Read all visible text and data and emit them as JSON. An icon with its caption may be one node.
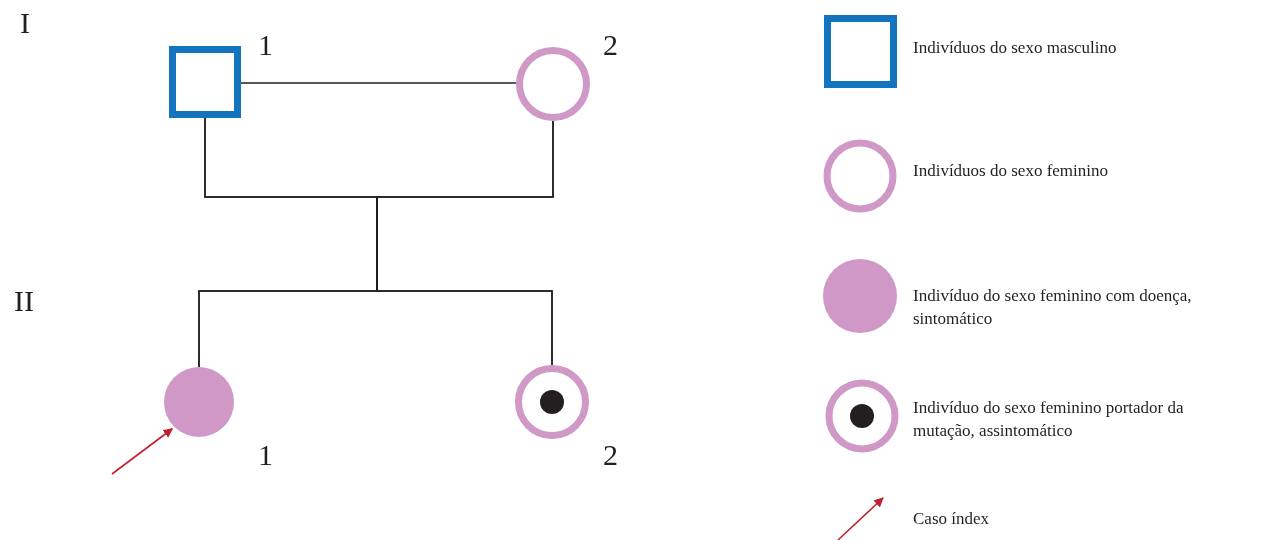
{
  "diagram": {
    "nodes": [
      {
        "text": [],
        "shape": "box",
        "beside": [
          "1"
        ]
      },
      {
        "text": [],
        "shape": "circle",
        "beside": [
          "2"
        ]
      },
      {
        "text": [],
        "shape": "disc",
        "beside": [
          "1"
        ]
      },
      {
        "text": [],
        "shape": "bullseye",
        "beside": [
          "2"
        ]
      }
    ],
    "edges": [
      {
        "from": 0,
        "to": 1,
        "arrow": "none"
      },
      {
        "from": 0,
        "to": 2,
        "arrow": "none"
      },
      {
        "from": 0,
        "to": 3,
        "arrow": "none"
      },
      {
        "from": 1,
        "to": 2,
        "arrow": "none"
      },
      {
        "from": 1,
        "to": 3,
        "arrow": "none"
      },
      {
        "from": null,
        "to": 2,
        "arrow": "to",
        "color": "#c0202e"
      }
    ],
    "labels": [
      "I",
      "II"
    ],
    "legend": [
      {
        "text": "Indivíduos do sexo masculino"
      },
      {
        "text": "Indivíduos do sexo feminino"
      },
      {
        "text": "Indivíduo do sexo feminino com doença, sintomático"
      },
      {
        "text": "Indivíduo do sexo feminino portador da mutação, assintomático"
      },
      {
        "text": "Caso índex"
      }
    ]
  }
}
